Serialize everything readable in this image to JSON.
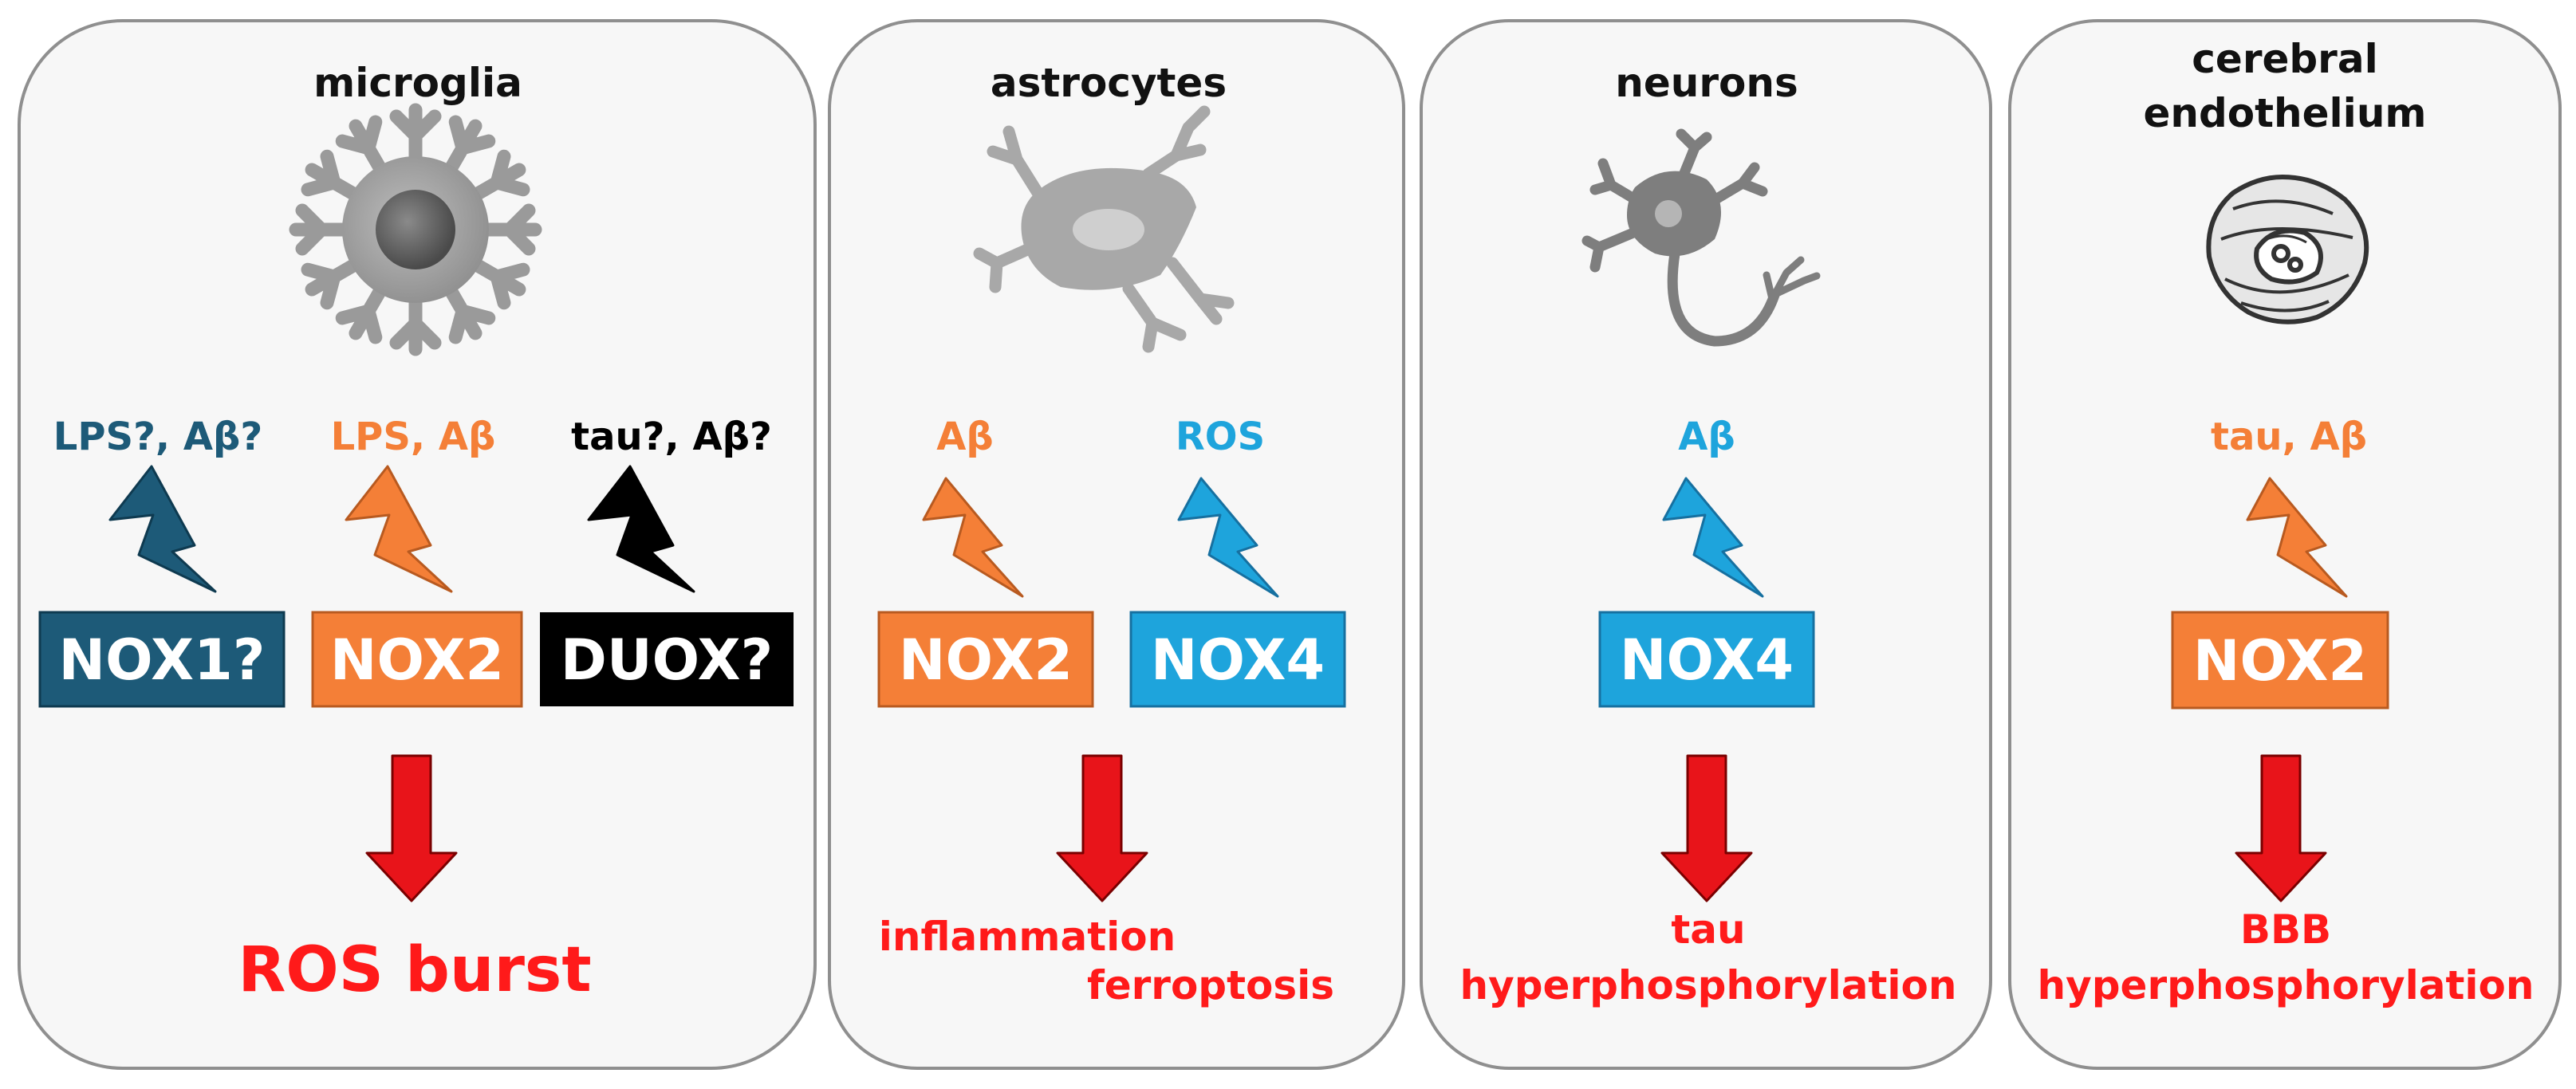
{
  "colors": {
    "teal": "#1d5a78",
    "orange": "#f47f37",
    "black": "#000000",
    "blue": "#1ea4dc",
    "red": "#ff1a1a",
    "panel_fill": "#f7f7f7",
    "panel_stroke": "#8f8f8f"
  },
  "panels": [
    {
      "title_lines": [
        "microglia"
      ],
      "icon": "microglia-cell-icon",
      "stimuli": [
        "LPS?, Aβ?",
        "LPS, Aβ",
        "tau?, Aβ?"
      ],
      "enzymes": [
        "NOX1?",
        "NOX2",
        "DUOX?"
      ],
      "outcome_lines": [
        "ROS burst"
      ]
    },
    {
      "title_lines": [
        "astrocytes"
      ],
      "icon": "astrocyte-cell-icon",
      "stimuli": [
        "Aβ",
        "ROS"
      ],
      "enzymes": [
        "NOX2",
        "NOX4"
      ],
      "outcome_lines": [
        "inflammation",
        "ferroptosis"
      ]
    },
    {
      "title_lines": [
        "neurons"
      ],
      "icon": "neuron-cell-icon",
      "stimuli": [
        "Aβ"
      ],
      "enzymes": [
        "NOX4"
      ],
      "outcome_lines": [
        "tau",
        "hyperphosphorylation"
      ]
    },
    {
      "title_lines": [
        "cerebral",
        "endothelium"
      ],
      "icon": "endothelial-cell-icon",
      "stimuli": [
        "tau, Aβ"
      ],
      "enzymes": [
        "NOX2"
      ],
      "outcome_lines": [
        "BBB",
        "hyperphosphorylation"
      ]
    }
  ]
}
